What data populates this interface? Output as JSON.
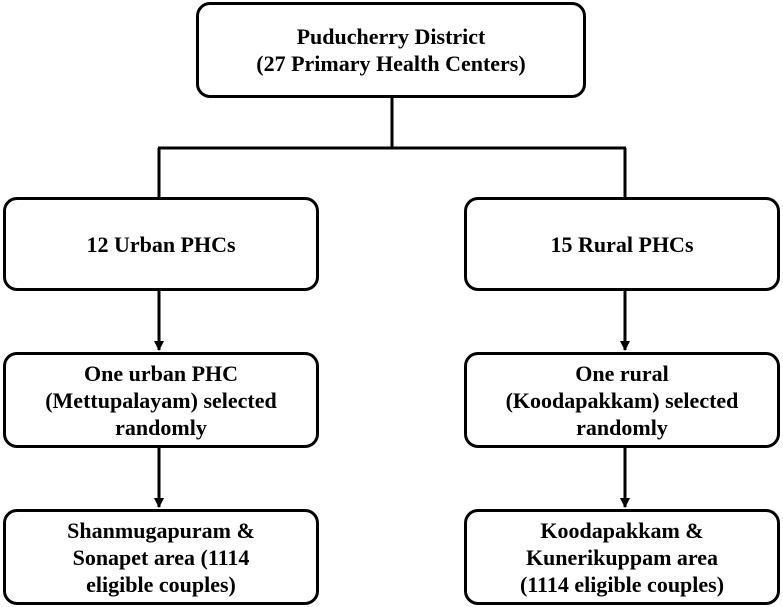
{
  "root": {
    "line1": "Puducherry District",
    "line2": "(27 Primary Health Centers)"
  },
  "urban": {
    "label": "12 Urban PHCs",
    "selected": {
      "line1": "One urban PHC",
      "line2": "(Mettupalayam) selected",
      "line3": "randomly"
    },
    "area": {
      "line1": "Shanmugapuram &",
      "line2": "Sonapet area (1114",
      "line3": "eligible couples)"
    }
  },
  "rural": {
    "label": "15 Rural PHCs",
    "selected": {
      "line1": "One rural",
      "line2": "(Koodapakkam) selected",
      "line3": "randomly"
    },
    "area": {
      "line1": "Koodapakkam &",
      "line2": "Kunerikuppam area",
      "line3": "(1114 eligible couples)"
    }
  },
  "colors": {
    "stroke": "#000000",
    "fill": "#ffffff"
  }
}
